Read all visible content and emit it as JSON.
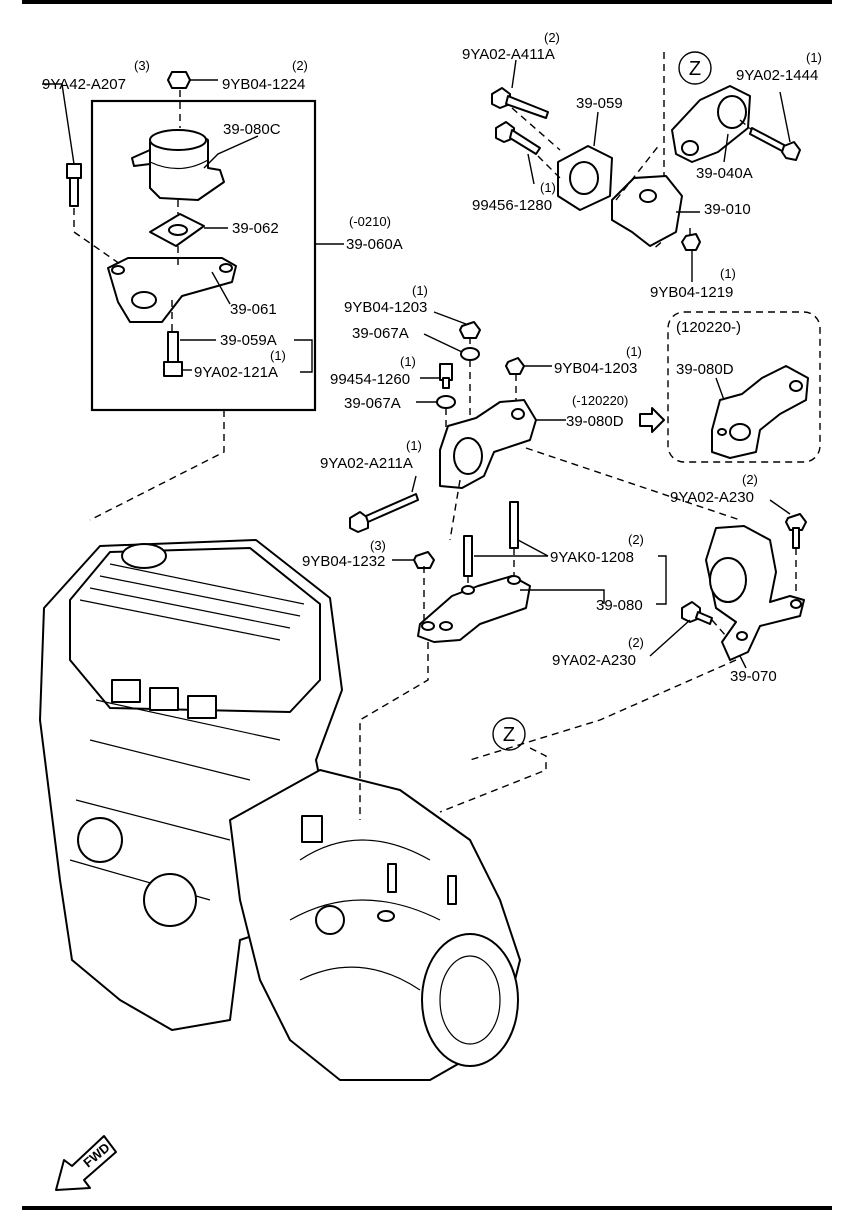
{
  "callouts": [
    {
      "id": "9YA42-A207",
      "text": "9YA42-A207",
      "qty": "(3)"
    },
    {
      "id": "9YB04-1224",
      "text": "9YB04-1224",
      "qty": "(2)"
    },
    {
      "id": "39-080C",
      "text": "39-080C",
      "qty": ""
    },
    {
      "id": "39-062",
      "text": "39-062",
      "qty": ""
    },
    {
      "id": "39-060A",
      "text": "39-060A",
      "qty": "(-0210)"
    },
    {
      "id": "39-061",
      "text": "39-061",
      "qty": ""
    },
    {
      "id": "39-059A",
      "text": "39-059A",
      "qty": ""
    },
    {
      "id": "9YA02-121A",
      "text": "9YA02-121A",
      "qty": "(1)"
    },
    {
      "id": "9YA02-A411A",
      "text": "9YA02-A411A",
      "qty": "(2)"
    },
    {
      "id": "39-059",
      "text": "39-059",
      "qty": ""
    },
    {
      "id": "99456-1280",
      "text": "99456-1280",
      "qty": "(1)"
    },
    {
      "id": "9YA02-1444",
      "text": "9YA02-1444",
      "qty": "(1)"
    },
    {
      "id": "39-040A",
      "text": "39-040A",
      "qty": ""
    },
    {
      "id": "39-010",
      "text": "39-010",
      "qty": ""
    },
    {
      "id": "9YB04-1219",
      "text": "9YB04-1219",
      "qty": "(1)"
    },
    {
      "id": "9YB04-1203-a",
      "text": "9YB04-1203",
      "qty": "(1)"
    },
    {
      "id": "39-067A-a",
      "text": "39-067A",
      "qty": ""
    },
    {
      "id": "99454-1260",
      "text": "99454-1260",
      "qty": "(1)"
    },
    {
      "id": "9YB04-1203-b",
      "text": "9YB04-1203",
      "qty": "(1)"
    },
    {
      "id": "39-067A-b",
      "text": "39-067A",
      "qty": ""
    },
    {
      "id": "39-080D-a",
      "text": "39-080D",
      "qty": "(-120220)"
    },
    {
      "id": "39-080D-b",
      "text": "39-080D",
      "qty": ""
    },
    {
      "id": "9YA02-A211A",
      "text": "9YA02-A211A",
      "qty": "(1)"
    },
    {
      "id": "9YA02-A230-a",
      "text": "9YA02-A230",
      "qty": "(2)"
    },
    {
      "id": "9YB04-1232",
      "text": "9YB04-1232",
      "qty": "(3)"
    },
    {
      "id": "9YAK0-1208",
      "text": "9YAK0-1208",
      "qty": "(2)"
    },
    {
      "id": "39-080",
      "text": "39-080",
      "qty": ""
    },
    {
      "id": "9YA02-A230-b",
      "text": "9YA02-A230",
      "qty": "(2)"
    },
    {
      "id": "39-070",
      "text": "39-070",
      "qty": ""
    }
  ],
  "inset_label": "(120220-)",
  "view_marks": {
    "top": "Z",
    "bottom": "Z"
  },
  "fwd_label": "FWD"
}
